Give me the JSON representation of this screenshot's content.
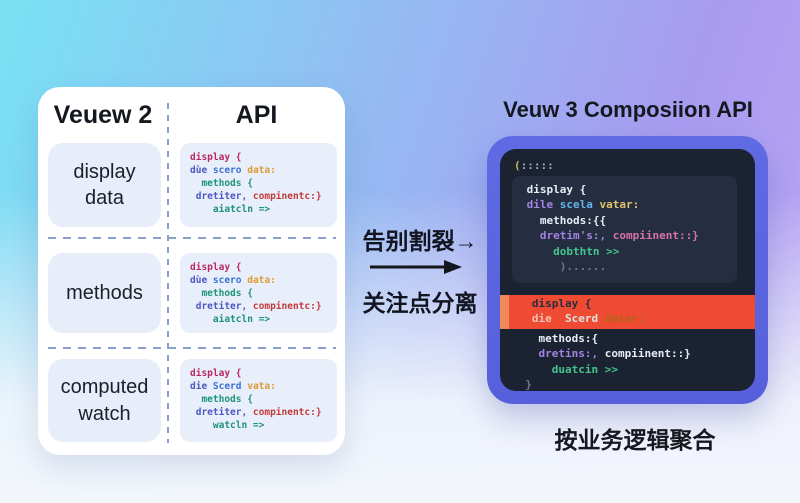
{
  "left_card": {
    "header": {
      "left": "Veuew 2",
      "right": "API"
    },
    "rows": [
      {
        "label": "display\ndata",
        "code": [
          [
            [
              "display {",
              "crimson"
            ]
          ],
          [
            [
              "dùe",
              "indigo"
            ],
            [
              " scero",
              "blue"
            ],
            [
              " data:",
              "amber"
            ]
          ],
          [
            [
              "  methods {",
              "teal"
            ]
          ],
          [
            [
              " dretiter,",
              "indigo"
            ],
            [
              " compinentc:}",
              "red"
            ]
          ],
          [
            [
              "    aiatcln =>",
              "teal"
            ]
          ]
        ]
      },
      {
        "label": "methods",
        "code": [
          [
            [
              "display {",
              "crimson"
            ]
          ],
          [
            [
              "dùe",
              "indigo"
            ],
            [
              " scero",
              "blue"
            ],
            [
              " data:",
              "amber"
            ]
          ],
          [
            [
              "  methods {",
              "teal"
            ]
          ],
          [
            [
              " dretiter,",
              "indigo"
            ],
            [
              " compinentc:}",
              "red"
            ]
          ],
          [
            [
              "    aiatcln =>",
              "teal"
            ]
          ]
        ]
      },
      {
        "label": "computed\nwatch",
        "code": [
          [
            [
              "display {",
              "crimson"
            ]
          ],
          [
            [
              "die",
              "indigo"
            ],
            [
              " Scerd",
              "blue"
            ],
            [
              " vata:",
              "amber"
            ]
          ],
          [
            [
              "  methods {",
              "teal"
            ]
          ],
          [
            [
              " dretiter,",
              "indigo"
            ],
            [
              " compinentc:}",
              "red"
            ]
          ],
          [
            [
              "    watcln =>",
              "teal"
            ]
          ]
        ]
      }
    ]
  },
  "middle": {
    "top_text": "告别割裂→",
    "bottom_text": "关注点分离"
  },
  "right_panel": {
    "title": "Veuw 3 Composiion API",
    "window_dots": [
      [
        [
          "(",
          "olive"
        ],
        [
          ":::::",
          "gray2"
        ]
      ]
    ],
    "section1": [
      [
        [
          " display {",
          "white"
        ]
      ],
      [
        [
          " dile ",
          "purple"
        ],
        [
          "scela ",
          "dblue"
        ],
        [
          "vatar:",
          "yellow"
        ]
      ],
      [
        [
          "   methods:{{",
          "white"
        ]
      ],
      [
        [
          "   dretim's:,",
          "purple"
        ],
        [
          " compiinent::}",
          "pink"
        ]
      ],
      [
        [
          "     dobthtn >>",
          "green"
        ]
      ],
      [
        [
          "      )......",
          "gray"
        ]
      ]
    ],
    "highlight": [
      [
        [
          "   display {",
          "dark"
        ]
      ],
      [
        [
          "   die ",
          "salmon"
        ],
        [
          " Scerd ",
          "lightgray"
        ],
        [
          "datar:",
          "amberdark"
        ]
      ]
    ],
    "section2": [
      [
        [
          "    methods:{",
          "white"
        ]
      ],
      [
        [
          "    dretins:,",
          "purple"
        ],
        [
          " compiinent::}",
          "white"
        ]
      ],
      [
        [
          "      duatcin >>",
          "green"
        ]
      ],
      [
        [
          "  }",
          "gray"
        ]
      ],
      [
        [
          "}",
          "gray"
        ]
      ]
    ],
    "caption": "按业务逻辑聚合"
  },
  "colors": {
    "background_gradient_start": "#79e2f4",
    "background_gradient_end": "#bba7f4",
    "card_background": "#ffffff",
    "label_box_background": "#e8eef9",
    "code_box_background": "#e9effa",
    "divider_dash": "#8aa1c7",
    "panel_frame": "#5c66e0",
    "panel_background": "#1b2332",
    "panel_section_background": "#242e40",
    "highlight_background": "#ef4b33",
    "highlight_edge": "#f3885c",
    "text_primary": "#14181f"
  }
}
